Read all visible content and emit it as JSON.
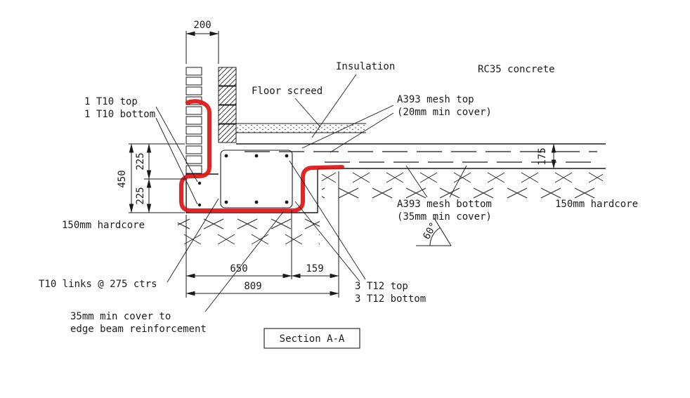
{
  "drawing": {
    "title": "Section A-A",
    "colors": {
      "line": "#1b1b1b",
      "highlight": "#e01414",
      "background": "#ffffff"
    },
    "labels": {
      "insulation": "Insulation",
      "floor_screed": "Floor screed",
      "concrete_grade": "RC35 concrete",
      "hardcore_left": "150mm hardcore",
      "hardcore_right": "150mm hardcore",
      "mesh_top_1": "A393 mesh top",
      "mesh_top_2": "(20mm min cover)",
      "mesh_bottom_1": "A393 mesh bottom",
      "mesh_bottom_2": "(35mm min cover)",
      "t10_top": "1 T10 top",
      "t10_bottom": "1 T10 bottom",
      "t10_links": "T10 links @ 275 ctrs",
      "t12_top": "3 T12 top",
      "t12_bottom": "3 T12 bottom",
      "cover_1": "35mm min cover to",
      "cover_2": "edge beam reinforcement"
    },
    "dimensions": {
      "wall_200": "200",
      "slab_175": "175",
      "beam_450": "450",
      "upper_225": "225",
      "lower_225": "225",
      "beam_650": "650",
      "toe_159": "159",
      "overall_809": "809",
      "angle_60": "60°"
    }
  }
}
